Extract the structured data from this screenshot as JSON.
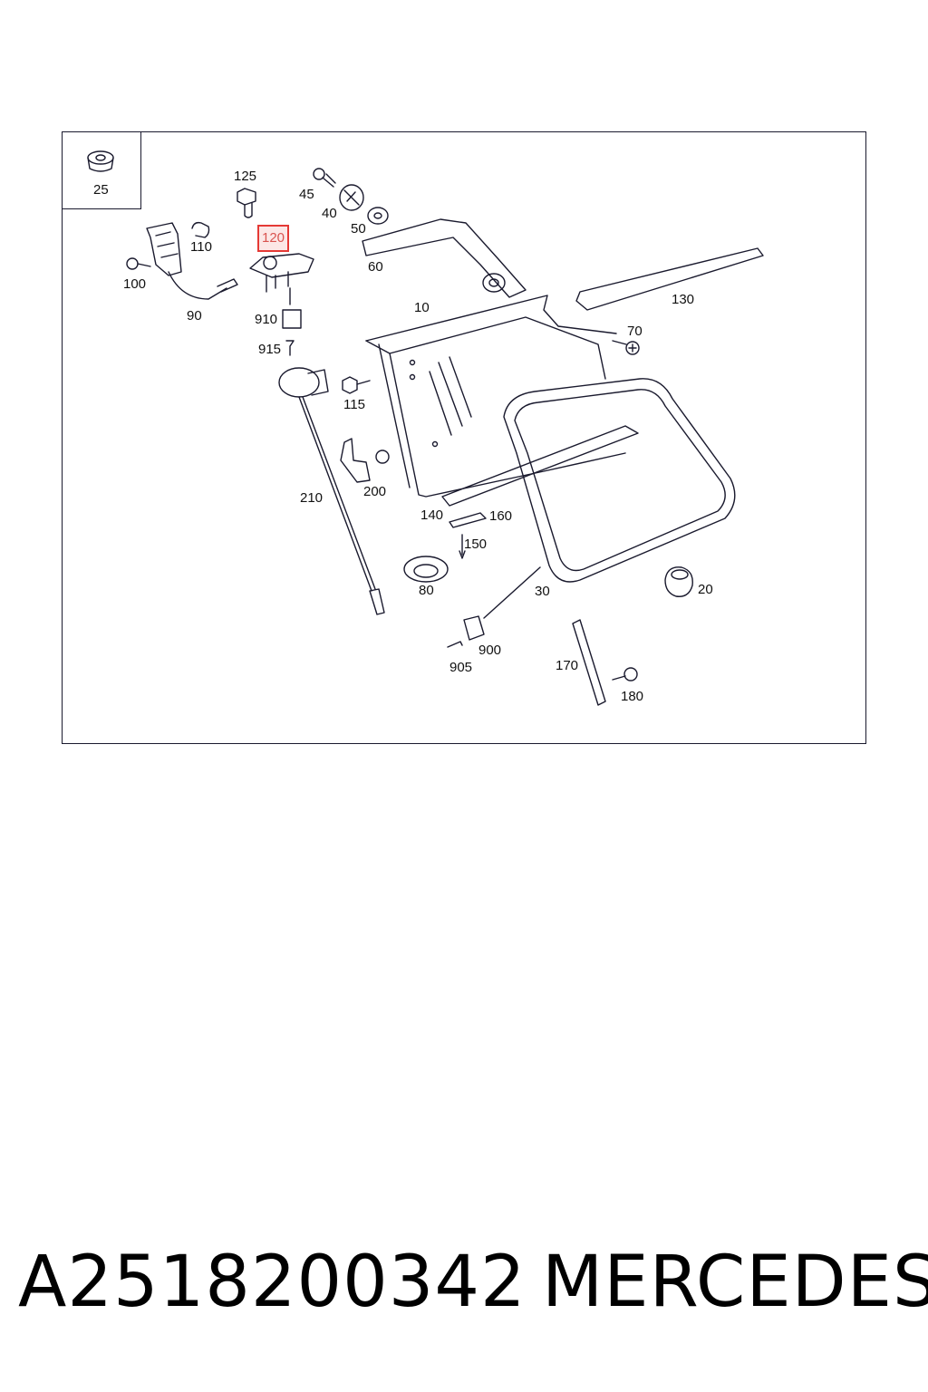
{
  "callouts": {
    "c25": "25",
    "c125": "125",
    "c45": "45",
    "c40": "40",
    "c50": "50",
    "c110": "110",
    "c120": "120",
    "c60": "60",
    "c100": "100",
    "c90": "90",
    "c910": "910",
    "c915": "915",
    "c10": "10",
    "c130": "130",
    "c70": "70",
    "c115": "115",
    "c200": "200",
    "c210": "210",
    "c140": "140",
    "c160": "160",
    "c150": "150",
    "c80": "80",
    "c30": "30",
    "c20": "20",
    "c900": "900",
    "c905": "905",
    "c170": "170",
    "c180": "180"
  },
  "highlighted_callout": "120",
  "footer": {
    "part_number": "A2518200342",
    "brand": "MERCEDES"
  },
  "colors": {
    "line": "#1a1a2e",
    "highlight": "#e53935"
  }
}
